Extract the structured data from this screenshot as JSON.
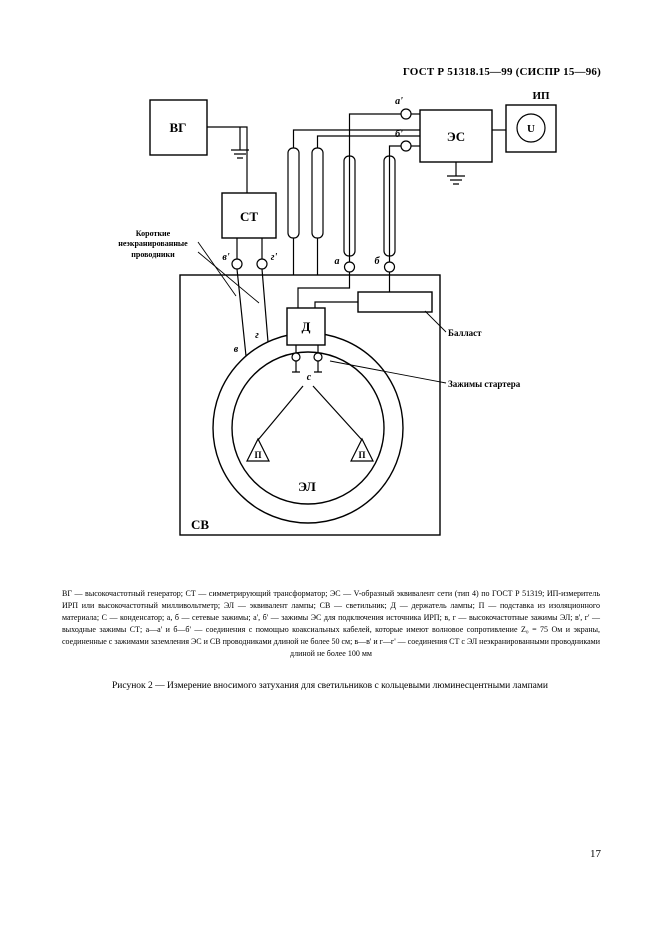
{
  "header": {
    "title": "ГОСТ Р 51318.15—99 (СИСПР 15—96)"
  },
  "diagram": {
    "blocks": {
      "vg": "ВГ",
      "st": "СТ",
      "es": "ЭС",
      "ip": "ИП",
      "voltmeter": "U",
      "d": "Д",
      "sv": "СВ",
      "el": "ЭЛ",
      "p": "П"
    },
    "terminals": {
      "a1": "а'",
      "b1": "б'",
      "a": "а",
      "b": "б",
      "v1": "в'",
      "g1": "г'",
      "v": "в",
      "g": "г",
      "c": "с"
    },
    "annotations": {
      "short_wires": "Короткие неэкранированные проводники",
      "ballast": "Балласт",
      "starter": "Зажимы стартера"
    }
  },
  "legend": "ВГ — высокочастотный генератор; СТ — симметрирующий трансформатор; ЭС — V-образный эквивалент сети (тип 4) по ГОСТ Р 51319; ИП-измеритель ИРП или высокочастотный милливольтметр; ЭЛ — эквивалент лампы; СВ — светильник; Д — держатель лампы; П — подставка из изоляционного материала; С — конденсатор; а, б — сетевые зажимы; а', б' — зажимы ЭС для подключения источника ИРП; в, г — высокочастотные зажимы ЭЛ; в', г' — выходные зажимы СТ; а—а' и б—б' — соединения с помощью коаксиальных кабелей, которые имеют волновое сопротивление Z₀ = 75 Ом и экраны, соединенные с зажимами заземления ЭС и СВ проводниками длиной не более 50 см; в—в' и г—г' — соединения СТ с ЭЛ неэкранированными проводниками длиной не более 100 мм",
  "caption": "Рисунок 2 — Измерение вносимого затухания для светильников с кольцевыми люминесцентными лампами",
  "page_number": "17"
}
